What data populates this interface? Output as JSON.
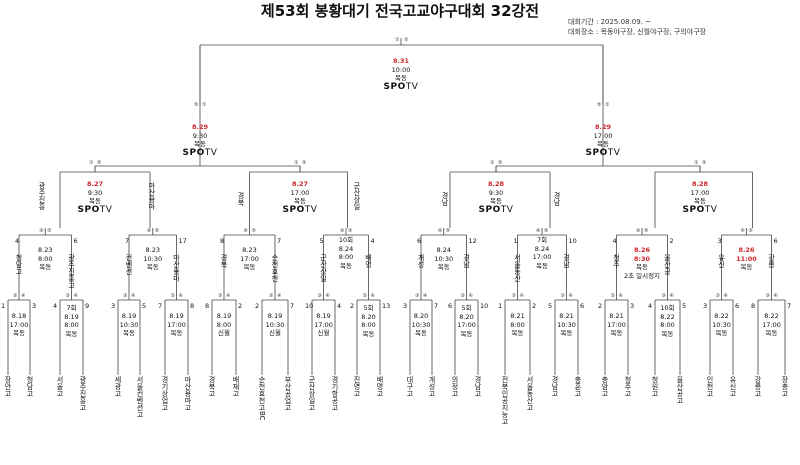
{
  "title": "제53회 봉황대기 전국고교야구대회 32강전",
  "info": {
    "period": "대회기간 : 2025.08.09. ~",
    "venue": "대회장소 : 목동야구장, 신월야구장, 구의야구장"
  },
  "broadcast": {
    "brand": "SPO",
    "suffix": "TV"
  },
  "final": {
    "date": "8.31",
    "time": "10:00",
    "venue": "목동"
  },
  "semis": [
    {
      "date": "8.29",
      "time": "9:30",
      "venue": "목동"
    },
    {
      "date": "8.29",
      "time": "17:00",
      "venue": "목동"
    }
  ],
  "quarters": [
    {
      "date": "8.27",
      "time": "9:30",
      "venue": "목동"
    },
    {
      "date": "8.27",
      "time": "17:00",
      "venue": "목동"
    },
    {
      "date": "8.28",
      "time": "9:30",
      "venue": "목동"
    },
    {
      "date": "8.28",
      "time": "17:00",
      "venue": "목동"
    }
  ],
  "r16": [
    {
      "date": "8.23",
      "time": "8:00",
      "venue": "목동"
    },
    {
      "date": "8.23",
      "time": "10:30",
      "venue": "목동"
    },
    {
      "date": "8.23",
      "time": "17:00",
      "venue": "목동"
    },
    {
      "game": "10회",
      "date": "8.24",
      "time": "8:00",
      "venue": "목동"
    },
    {
      "date": "8.24",
      "time": "10:30",
      "venue": "목동"
    },
    {
      "game": "7회",
      "date": "8.24",
      "time": "17:00",
      "venue": "목동"
    },
    {
      "date": "8.26",
      "time": "8:30",
      "venue": "목동",
      "note": "2초 일시정지"
    },
    {
      "date": "8.26",
      "time": "11:00",
      "venue": "목동"
    }
  ],
  "r32": [
    {
      "date": "8.18",
      "time": "17:00",
      "venue": "목동"
    },
    {
      "game": "7회",
      "date": "8.19",
      "time": "8:00",
      "venue": "목동"
    },
    {
      "date": "8.19",
      "time": "10:30",
      "venue": "목동"
    },
    {
      "date": "8.19",
      "time": "17:00",
      "venue": "목동"
    },
    {
      "date": "8.19",
      "time": "8:00",
      "venue": "신월"
    },
    {
      "date": "8.19",
      "time": "10:30",
      "venue": "신월"
    },
    {
      "date": "8.19",
      "time": "17:00",
      "venue": "신월"
    },
    {
      "game": "5회",
      "date": "8.20",
      "time": "8:00",
      "venue": "목동"
    },
    {
      "date": "8.20",
      "time": "10:30",
      "venue": "목동"
    },
    {
      "game": "5회",
      "date": "8.20",
      "time": "17:00",
      "venue": "목동"
    },
    {
      "date": "8.21",
      "time": "8:00",
      "venue": "목동"
    },
    {
      "date": "8.21",
      "time": "10:30",
      "venue": "목동"
    },
    {
      "date": "8.21",
      "time": "17:00",
      "venue": "목동"
    },
    {
      "game": "10회",
      "date": "8.22",
      "time": "8:00",
      "venue": "목동"
    },
    {
      "date": "8.22",
      "time": "10:30",
      "venue": "목동"
    },
    {
      "date": "8.22",
      "time": "17:00",
      "venue": "목동"
    }
  ],
  "teams": [
    "장안고",
    "청담고",
    "서울고",
    "광주진흥고",
    "세광고",
    "서울컨벤션고",
    "경기상업고",
    "마산용마고",
    "경북고",
    "배재고",
    "순천효천고BC",
    "부산공업고",
    "군산상일고",
    "경기항공고",
    "진영고",
    "배명고",
    "대구고",
    "개성고",
    "의정고",
    "경남고",
    "전북인공지능고",
    "서울동산고",
    "경남고",
    "충훈고",
    "충암고",
    "청주고",
    "청원고",
    "울산공고",
    "인천고",
    "유신고",
    "강릉고",
    "장충고"
  ],
  "seeds": [
    1,
    3,
    4,
    9,
    3,
    5,
    7,
    8,
    8,
    2,
    2,
    7,
    10,
    4,
    2,
    13,
    3,
    7,
    6,
    10,
    1,
    2,
    5,
    6,
    2,
    3,
    4,
    5,
    3,
    6,
    8,
    7
  ],
  "r16_winners": [
    "청담고",
    "광주진흥고",
    "컨벤션",
    "마산용마",
    "경북",
    "순천효천",
    "군산상일",
    "배명",
    "개성",
    "경남",
    "서울동산",
    "경남",
    "청주",
    "울산공",
    "유신",
    "강릉"
  ],
  "r16_seeds": [
    4,
    6,
    7,
    17,
    8,
    7,
    5,
    4,
    6,
    12,
    1,
    10,
    4,
    2,
    3,
    6
  ],
  "qf_winners": [
    "광주진흥",
    "마산용마",
    "경북",
    "군산상일",
    "경남",
    "경남"
  ]
}
